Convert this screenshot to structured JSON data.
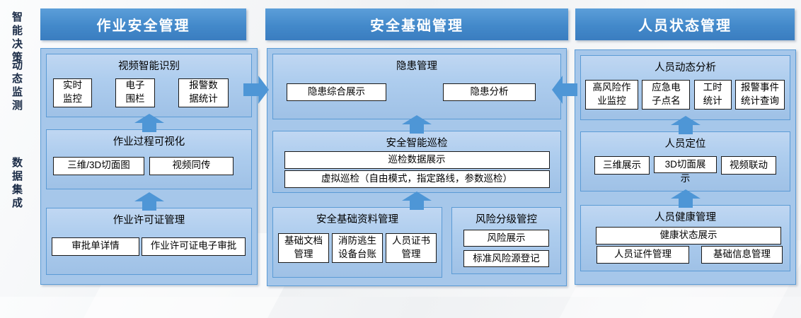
{
  "sidebar": {
    "labels": [
      "智能决策",
      "动态监测",
      "数据集成"
    ]
  },
  "colors": {
    "header_top": "#5c9ed9",
    "header_bottom": "#3a7dc0",
    "panel_bg": "#a6c7ea",
    "section_bg": "#aecdee",
    "border_blue": "#5b9bd5",
    "arrow_blue": "#4e96d6",
    "box_bg": "#ffffff",
    "box_border": "#1a1a1a"
  },
  "columns": [
    {
      "header": "作业安全管理",
      "sections": [
        {
          "title": "视频智能识别",
          "boxes": [
            "实时\n监控",
            "电子\n围栏",
            "报警数\n据统计"
          ]
        },
        {
          "title": "作业过程可视化",
          "boxes": [
            "三维/3D切面图",
            "视频同传"
          ]
        },
        {
          "title": "作业许可证管理",
          "boxes": [
            "审批单详情",
            "作业许可证电子审批"
          ]
        }
      ]
    },
    {
      "header": "安全基础管理",
      "sections": [
        {
          "title": "隐患管理",
          "boxes": [
            "隐患综合展示",
            "隐患分析"
          ]
        },
        {
          "title": "安全智能巡检",
          "boxes": [
            "巡检数据展示",
            "虚拟巡检（自由模式，指定路线，参数巡检）"
          ]
        },
        {
          "title": "安全基础资料管理",
          "boxes": [
            "基础文档\n管理",
            "消防逃生\n设备台账",
            "人员证书\n管理"
          ]
        },
        {
          "title": "风险分级管控",
          "boxes": [
            "风险展示",
            "标准风险源登记"
          ]
        }
      ]
    },
    {
      "header": "人员状态管理",
      "sections": [
        {
          "title": "人员动态分析",
          "boxes": [
            "高风险作\n业监控",
            "应急电\n子点名",
            "工时\n统计",
            "报警事件\n统计查询"
          ]
        },
        {
          "title": "人员定位",
          "boxes": [
            "三维展示",
            "3D切面展\n示",
            "视频联动"
          ]
        },
        {
          "title": "人员健康管理",
          "boxes": [
            "健康状态展示",
            "人员证件管理",
            "基础信息管理"
          ]
        }
      ]
    }
  ]
}
